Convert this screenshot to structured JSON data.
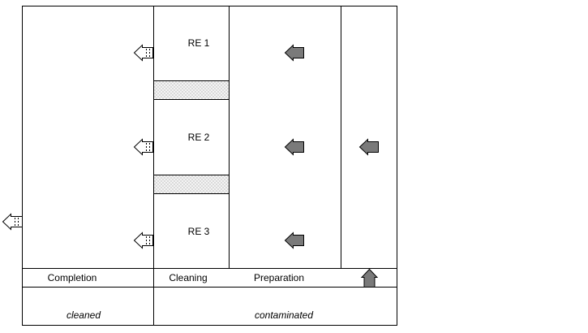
{
  "rooms": [
    {
      "label": "RE 1"
    },
    {
      "label": "RE 2"
    },
    {
      "label": "RE 3"
    }
  ],
  "zones": {
    "completion": "Completion",
    "cleaning": "Cleaning",
    "preparation": "Preparation"
  },
  "status": {
    "cleaned": "cleaned",
    "contaminated": "contaminated"
  },
  "colors": {
    "line": "#000000",
    "solid_arrow": "#7a7a7a",
    "hatch": "#e6e6e6"
  }
}
